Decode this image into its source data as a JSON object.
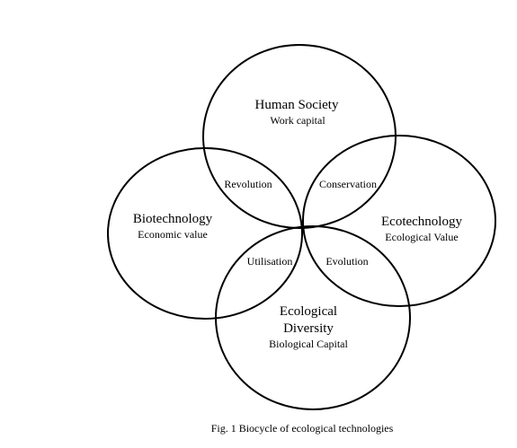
{
  "circles": {
    "human_society": {
      "title": "Human Society",
      "subtitle": "Work capital"
    },
    "biotechnology": {
      "title": "Biotechnology",
      "subtitle": "Economic value"
    },
    "ecotechnology": {
      "title": "Ecotechnology",
      "subtitle": "Ecological Value"
    },
    "ecological_diversity": {
      "title_line1": "Ecological",
      "title_line2": "Diversity",
      "subtitle": "Biological Capital"
    }
  },
  "overlaps": {
    "revolution": "Revolution",
    "conservation": "Conservation",
    "utilisation": "Utilisation",
    "evolution": "Evolution"
  },
  "caption": "Fig. 1 Biocycle of ecological technologies",
  "colors": {
    "stroke": "#000000",
    "background": "#ffffff"
  }
}
